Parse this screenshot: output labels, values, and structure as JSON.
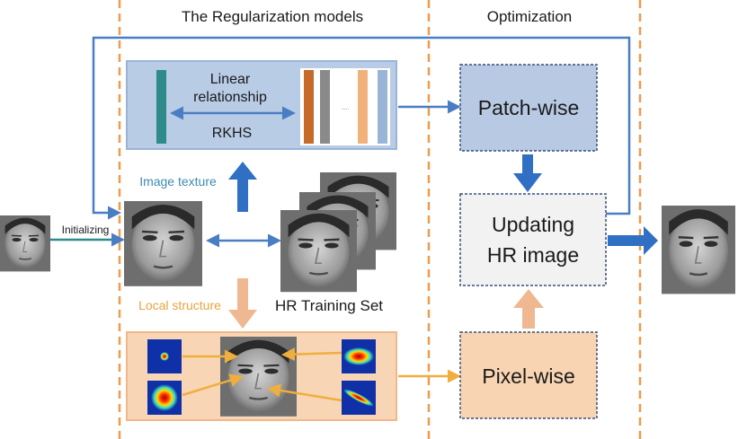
{
  "headers": {
    "regularization": "The Regularization models",
    "optimization": "Optimization"
  },
  "top_box": {
    "line1": "Linear",
    "line2": "relationship",
    "line3": "RKHS",
    "dots": "....."
  },
  "labels": {
    "initializing": "Initializing",
    "image_texture": "Image texture",
    "local_structure": "Local  structure",
    "hr_training_set": "HR Training Set"
  },
  "boxes": {
    "patch_wise": "Patch-wise",
    "updating_line1": "Updating",
    "updating_line2": "HR image",
    "pixel_wise": "Pixel-wise"
  },
  "colors": {
    "blue_arrow": "#4a7ec4",
    "orange_dash": "#ed9b4e",
    "orange_arrow": "#f0b06a",
    "top_box_fill": "#b9cce6",
    "bottom_box_fill": "#f8d6b5",
    "patch_fill": "#b7c9e3",
    "pixel_fill": "#f8d4b2",
    "updating_fill": "#f2f2f2",
    "header_text": "#1a1a1a",
    "image_texture_text": "#3d8bb0",
    "local_structure_text": "#e8a33f"
  },
  "icons": [
    "face-lr-icon",
    "face-init-icon",
    "face-training-icon",
    "face-output-icon",
    "gaussian-kernel-icon"
  ]
}
